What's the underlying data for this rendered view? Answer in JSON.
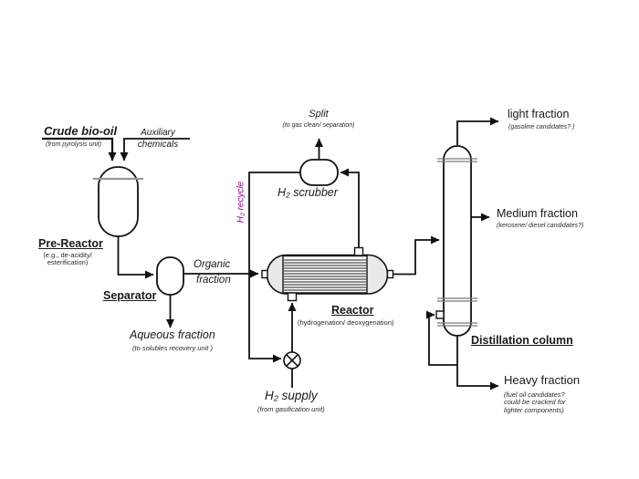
{
  "colors": {
    "line": "#111111",
    "recycle_text": "#990099",
    "tray_line": "#7a7a7a",
    "reactor_fill": "#e9e9e9"
  },
  "streams": {
    "crude": {
      "label": "Crude bio-oil",
      "sub": "(from pyrolysis unit)"
    },
    "auxiliary": {
      "line1": "Auxiliary",
      "line2": "chemicals"
    },
    "organic": {
      "line1": "Organic",
      "line2": "fraction"
    },
    "aqueous": {
      "label": "Aqueous fraction",
      "sub": "(to solubles recovery unit )"
    },
    "split": {
      "label": "Split",
      "sub": "(to gas clean/ separation)"
    },
    "h2_recycle": {
      "label": "H₂ recycle"
    },
    "h2_supply": {
      "label": "H₂ supply",
      "sub": "(from gasification unit)"
    },
    "light": {
      "label": "light fraction",
      "sub": "(gasoline candidates? )"
    },
    "medium": {
      "label": "Medium fraction",
      "sub": "(kerosene/ diesel candidates?)"
    },
    "heavy": {
      "label": "Heavy fraction",
      "sub": "(fuel oil candidates?\ncould be cracked for\nlighter components)"
    }
  },
  "units": {
    "pre_reactor": {
      "label": "Pre-Reactor",
      "sub": "(e.g., de-acidity/\nesterification)"
    },
    "separator": {
      "label": "Separator"
    },
    "h2_scrubber": {
      "label": "H₂ scrubber"
    },
    "reactor": {
      "label": "Reactor",
      "sub": "(hydrogenation/ deoxygenation)"
    },
    "distillation": {
      "label": "Distillation column"
    }
  }
}
